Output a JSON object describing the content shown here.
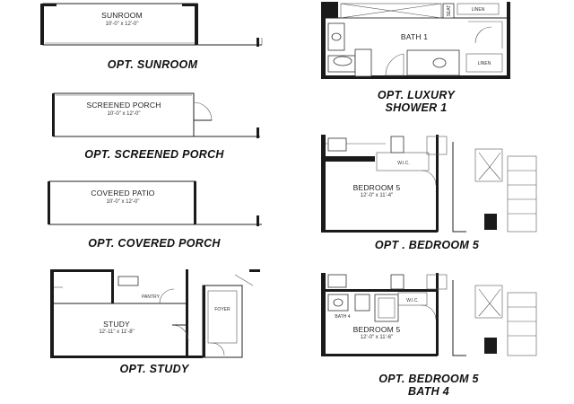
{
  "panels": {
    "sunroom": {
      "caption": "OPT. SUNROOM",
      "room_name": "SUNROOM",
      "room_dims": "10'-0\" x 12'-0\""
    },
    "screened_porch": {
      "caption": "OPT. SCREENED PORCH",
      "room_name": "SCREENED PORCH",
      "room_dims": "10'-0\" x 12'-0\""
    },
    "covered_patio": {
      "caption": "OPT. COVERED PORCH",
      "room_name": "COVERED PATIO",
      "room_dims": "10'-0\" x 12'-0\""
    },
    "study": {
      "caption": "OPT. STUDY",
      "room_name": "STUDY",
      "room_dims": "12'-11\" x 11'-8\"",
      "foyer": "FOYER",
      "pantry": "PANTRY"
    },
    "luxury_shower": {
      "caption_line1": "OPT. LUXURY",
      "caption_line2": "SHOWER 1",
      "room_name": "BATH 1",
      "linen_top": "LINEN",
      "linen_bottom": "LINEN",
      "seat": "SEAT"
    },
    "bedroom5": {
      "caption": "OPT . BEDROOM 5",
      "room_name": "BEDROOM 5",
      "room_dims": "12'-0\" x 11'-4\"",
      "wic": "W.I.C."
    },
    "bedroom5_bath4": {
      "caption_line1": "OPT. BEDROOM 5",
      "caption_line2": "BATH 4",
      "room_name": "BEDROOM 5",
      "room_dims": "12'-0\" x 11'-6\"",
      "wic": "W.I.C.",
      "bath": "BATH 4"
    }
  }
}
